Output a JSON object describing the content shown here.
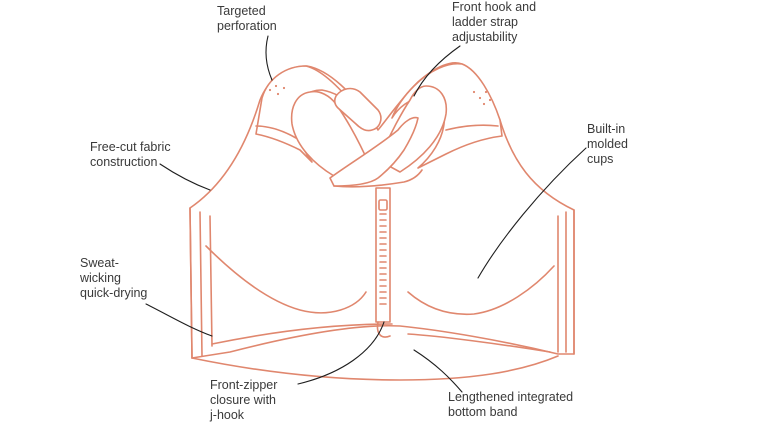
{
  "accent": "#e0876e",
  "labels": {
    "targeted_perforation": [
      "Targeted",
      "perforation"
    ],
    "front_hook": [
      "Front hook and",
      "ladder strap",
      "adjustability"
    ],
    "free_cut": [
      "Free-cut fabric",
      "construction"
    ],
    "built_in_cups": [
      "Built-in",
      "molded",
      "cups"
    ],
    "sweat_wicking": [
      "Sweat-",
      "wicking",
      "quick-drying"
    ],
    "front_zipper": [
      "Front-zipper",
      "closure with",
      "j-hook"
    ],
    "bottom_band": [
      "Lengthened integrated",
      "bottom band"
    ]
  }
}
